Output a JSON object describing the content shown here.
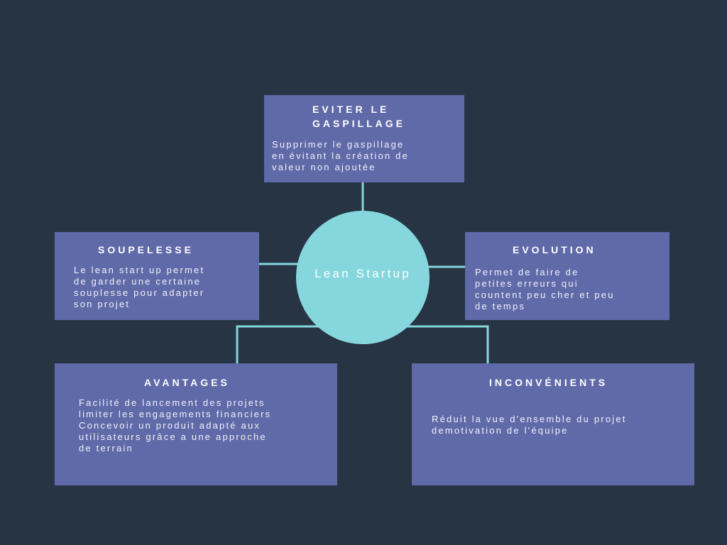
{
  "diagram": {
    "center": {
      "label": "Lean Startup"
    },
    "top": {
      "title": "EVITER LE\nGASPILLAGE",
      "text": "Supprimer le gaspillage\nen évitant la création de\nvaleur non ajoutée"
    },
    "left": {
      "title": "SOUPELESSE",
      "text": "Le lean start up permet\nde garder une certaine\nsouplesse pour adapter\nson projet"
    },
    "right": {
      "title": "EVOLUTION",
      "text": "Permet de faire de\npetites erreurs qui\ncountent peu cher et peu\nde temps"
    },
    "bottom_left": {
      "title": "AVANTAGES",
      "text": "Facilité de lancement des projets\nlimiter les engagements financiers\nConcevoir un produit adapté aux\nutilisateurs grâce a une approche\nde terrain"
    },
    "bottom_right": {
      "title": "INCONVÉNIENTS",
      "text": "Réduit la vue d'ensemble du projet\ndemotivation de l'équipe"
    }
  },
  "colors": {
    "background": "#273443",
    "box": "#606aa9",
    "circle": "#86d7dd",
    "connector": "#86d7dd"
  }
}
